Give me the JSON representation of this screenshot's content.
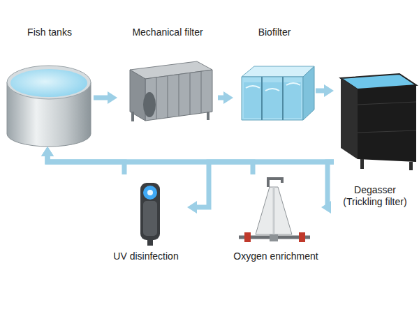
{
  "diagram": {
    "nodes": [
      {
        "text": [
          "Fish tanks"
        ]
      },
      {
        "text": [
          "Mechanical filter"
        ]
      },
      {
        "text": [
          "Biofilter"
        ]
      },
      {
        "text": [
          "Degasser (Trickling filter)"
        ]
      },
      {
        "text": [
          "UV disinfection"
        ]
      },
      {
        "text": [
          "Oxygen enrichment"
        ]
      }
    ],
    "edges": [
      {
        "from": 0,
        "to": 1,
        "arrow": "to"
      },
      {
        "from": 1,
        "to": 2,
        "arrow": "to"
      },
      {
        "from": 2,
        "to": 3,
        "arrow": "to"
      },
      {
        "from": 3,
        "to": 0,
        "arrow": "to"
      },
      {
        "from": 3,
        "to": 4,
        "arrow": "to"
      },
      {
        "from": 3,
        "to": 5,
        "arrow": "to"
      },
      {
        "from": 4,
        "to": 0,
        "arrow": "to"
      },
      {
        "from": 5,
        "to": 0,
        "arrow": "to"
      }
    ]
  }
}
